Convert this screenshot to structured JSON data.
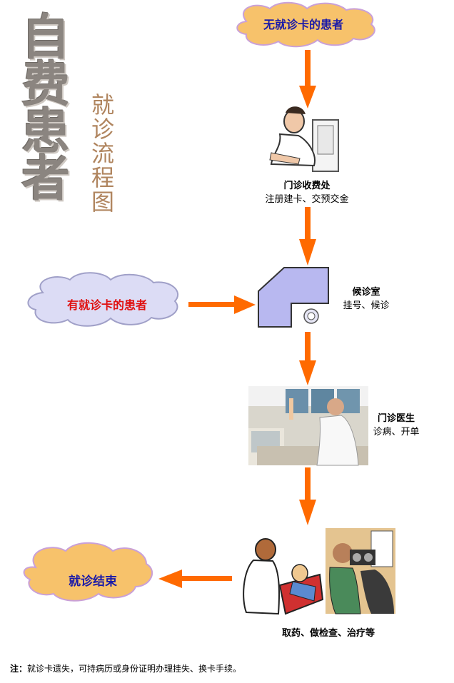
{
  "title": {
    "main": "自费患者",
    "sub": "就诊流程图"
  },
  "start_cloud": {
    "label": "无就诊卡的患者"
  },
  "side_cloud": {
    "label": "有就诊卡的患者"
  },
  "end_cloud": {
    "label": "就诊结束"
  },
  "steps": [
    {
      "title": "门诊收费处",
      "sub": "注册建卡、交预交金"
    },
    {
      "title": "候诊室",
      "sub": "挂号、候诊"
    },
    {
      "title": "门诊医生",
      "sub": "诊病、开单"
    },
    {
      "title": "取药、做检查、治疗等",
      "sub": ""
    }
  ],
  "note": {
    "prefix": "注：",
    "text": "就诊卡遗失，可持病历或身份证明办理挂失、换卡手续。"
  },
  "colors": {
    "cloud_fill": "#f7c26b",
    "cloud_stroke": "#c9a0d8",
    "side_cloud_fill": "#dcdcf5",
    "arrow": "#ff6a00",
    "start_text": "#1a1aa8",
    "side_text": "#e01010",
    "end_text": "#1a1aa8",
    "waiting_room": "#b8b8f0"
  }
}
